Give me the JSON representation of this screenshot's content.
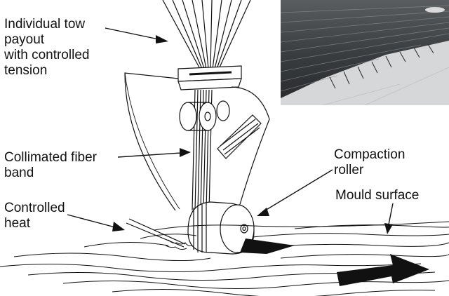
{
  "labels": {
    "tow_payout": "Individual tow\npayout\nwith controlled\ntension",
    "fiber_band": "Collimated fiber\nband",
    "controlled_heat": "Controlled\nheat",
    "compaction_roller": "Compaction\nroller",
    "mould_surface": "Mould surface"
  },
  "colors": {
    "ink": "#111111",
    "photo_dark": "#3a3d40",
    "photo_light": "#d9dadb"
  }
}
